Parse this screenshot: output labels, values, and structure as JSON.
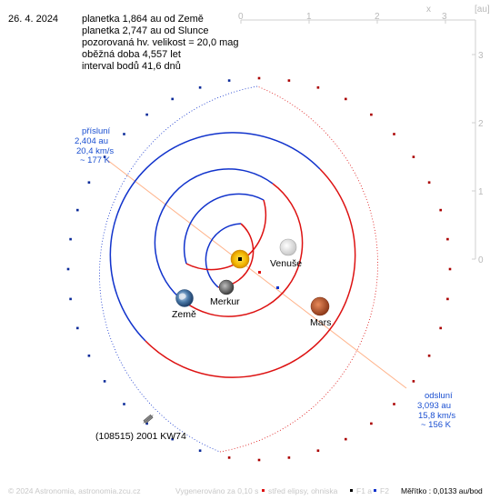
{
  "header": {
    "date": "26. 4. 2024",
    "info_lines": [
      "planetka 1,864 au od Země",
      "planetka 2,747 au od Slunce",
      "pozorovaná hv. velikost = 20,0 mag",
      "oběžná doba 4,557 let",
      "interval bodů 41,6 dnů"
    ]
  },
  "axes": {
    "x_ticks": [
      "0",
      "1",
      "2",
      "3"
    ],
    "x_label": "x",
    "unit_label": "[au]",
    "y_ticks": [
      "3",
      "2",
      "1",
      "0"
    ]
  },
  "perihelion": {
    "title": "přísluní",
    "distance": "2,404 au",
    "speed": "20,4 km/s",
    "temperature": "~ 177 K"
  },
  "aphelion": {
    "title": "odsluní",
    "distance": "3,093 au",
    "speed": "15,8 km/s",
    "temperature": "~ 156 K"
  },
  "planets": {
    "venus": "Venuše",
    "mercury": "Merkur",
    "earth": "Země",
    "mars": "Mars"
  },
  "asteroid_name": "(108515) 2001 KW74",
  "footer": {
    "copyright": "© 2024 Astronomia, astronomia.zcu.cz",
    "generated": "Vygenerováno za 0,10 s",
    "legend_center": "střed elipsy, ohniska",
    "legend_f1": "F1 a",
    "legend_f2": "F2",
    "scale": "Měřítko : 0,0133 au/bod"
  },
  "colors": {
    "blue_orbit": "#1133cc",
    "red_orbit": "#dd1111",
    "apsis_line": "#ffb38a",
    "label_blue": "#1a4fd1",
    "axis_gray": "#b9b9b9"
  }
}
